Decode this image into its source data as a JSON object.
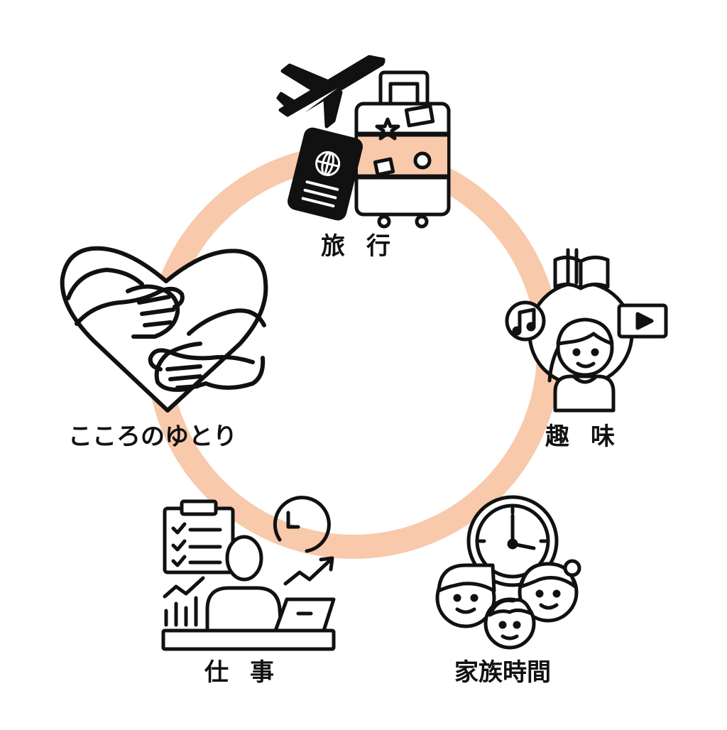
{
  "colors": {
    "ring": "#f8c9ab",
    "ink": "#111111",
    "background": "#ffffff"
  },
  "nodes": [
    {
      "id": "travel",
      "label": "旅行",
      "icon": "airplane-suitcase-passport-icon"
    },
    {
      "id": "hobby",
      "label": "趣味",
      "icon": "person-book-music-video-icon"
    },
    {
      "id": "family",
      "label": "家族時間",
      "icon": "family-clock-icon"
    },
    {
      "id": "work",
      "label": "仕事",
      "icon": "desk-checklist-laptop-icon"
    },
    {
      "id": "mind",
      "label": "こころのゆとり",
      "icon": "heart-embrace-icon"
    }
  ]
}
